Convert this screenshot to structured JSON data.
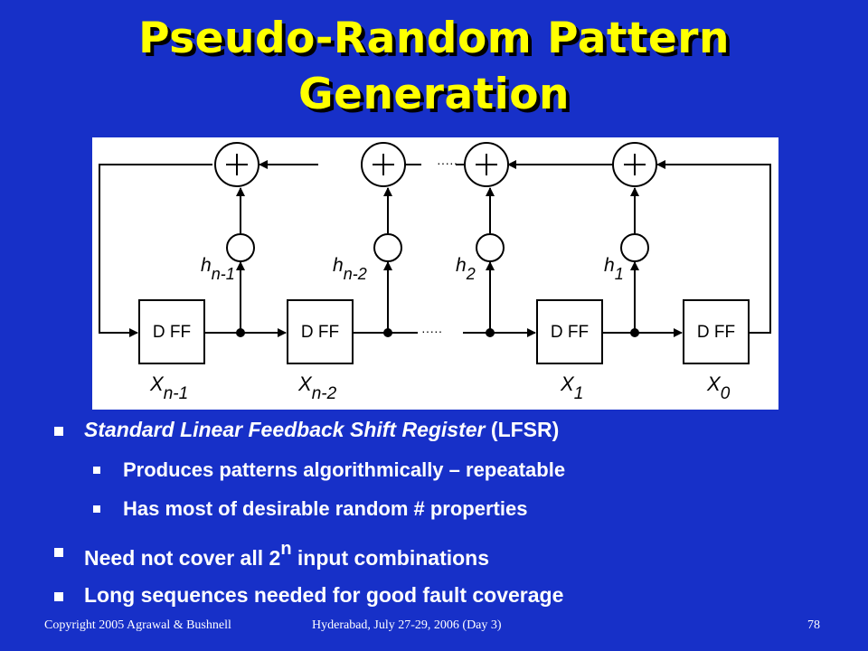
{
  "slide": {
    "title_line1": "Pseudo-Random Pattern",
    "title_line2": "Generation"
  },
  "diagram": {
    "dff_label": "D FF",
    "x_labels": [
      {
        "base": "X",
        "sub": "n-1"
      },
      {
        "base": "X",
        "sub": "n-2"
      },
      {
        "base": "X",
        "sub": "1"
      },
      {
        "base": "X",
        "sub": "0"
      }
    ],
    "h_labels": [
      {
        "base": "h",
        "sub": "n-1"
      },
      {
        "base": "h",
        "sub": "n-2"
      },
      {
        "base": "h",
        "sub": "2"
      },
      {
        "base": "h",
        "sub": "1"
      }
    ],
    "ellipsis": "·····"
  },
  "bullets": {
    "b1_italic": "Standard Linear Feedback Shift Register",
    "b1_rest": " (LFSR)",
    "b1_sub1": "Produces patterns algorithmically – repeatable",
    "b1_sub2": "Has most of desirable random # properties",
    "b2_pre": "Need not cover all 2",
    "b2_sup": "n",
    "b2_post": " input combinations",
    "b3": "Long sequences needed for good fault coverage"
  },
  "footer": {
    "copyright": "Copyright 2005 Agrawal & Bushnell",
    "location": "Hyderabad, July 27-29, 2006 (Day 3)",
    "page": "78"
  },
  "colors": {
    "background": "#1730c8",
    "title": "#ffff00",
    "text": "#ffffff"
  }
}
